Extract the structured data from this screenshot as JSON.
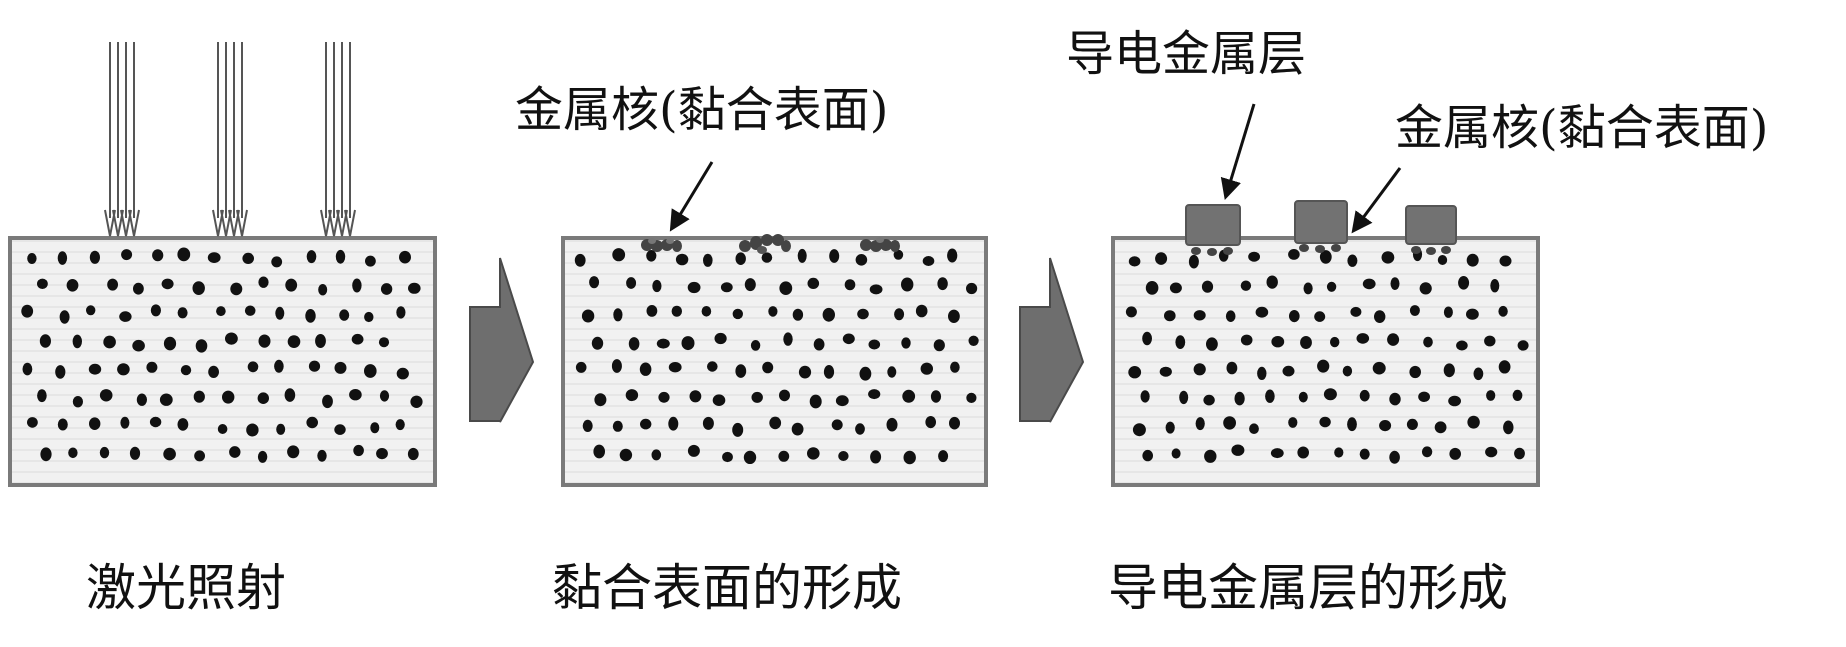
{
  "labels": {
    "metal_core": "金属核(黏合表面)",
    "conductive_layer": "导电金属层"
  },
  "captions": [
    "激光照射",
    "黏合表面的形成",
    "导电金属层的形成"
  ],
  "stages": [
    {
      "name": "laser-irradiation",
      "laser_arrow_groups": 3
    },
    {
      "name": "adhesion-surface-formation",
      "surface_nucleus_clusters": 3
    },
    {
      "name": "conductive-layer-formation",
      "metal_pads": 3
    }
  ],
  "colors": {
    "substrate_fill": "#f1f1f1",
    "substrate_border": "#7a7a7a",
    "particle": "#111111",
    "process_arrow": "#6e6e6e",
    "metal_pad": "#727272",
    "laser_arrow": "#555555"
  }
}
